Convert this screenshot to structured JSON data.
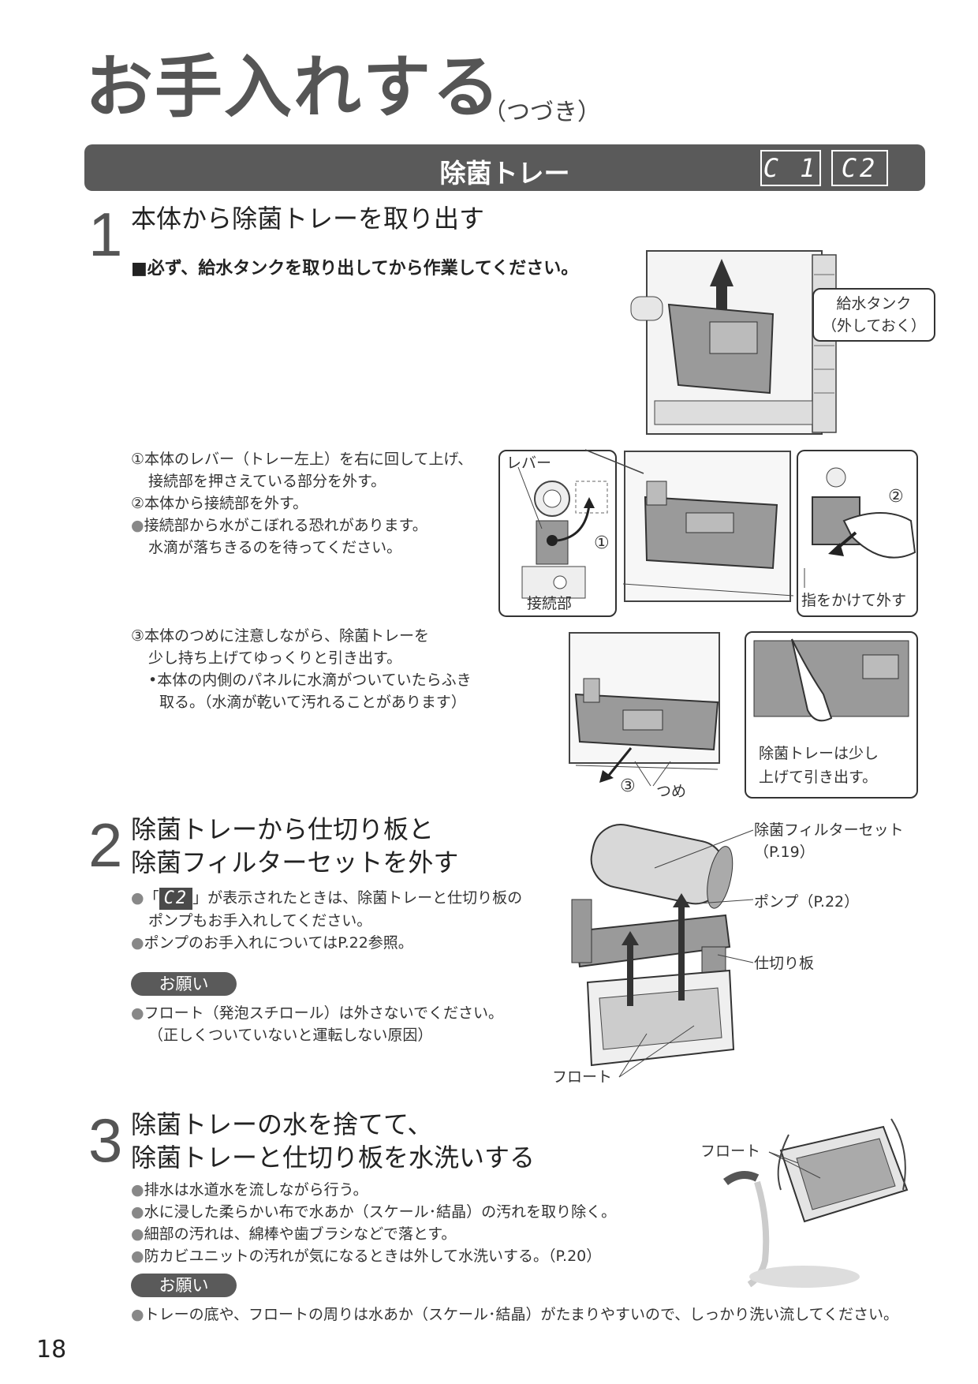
{
  "title": {
    "main": "お手入れする",
    "sub": "（つづき）"
  },
  "section": {
    "title": "除菌トレー",
    "codes": [
      "C 1",
      "C2"
    ]
  },
  "step1": {
    "num": "1",
    "heading": "本体から除菌トレーを取り出す",
    "note": "■必ず、給水タンクを取り出してから作業してください。",
    "tank_label_1": "給水タンク",
    "tank_label_2": "（外しておく）",
    "instr_a_1": "①本体のレバー（トレー左上）を右に回して上げ、",
    "instr_a_2": "接続部を押さえている部分を外す。",
    "instr_b": "②本体から接続部を外す。",
    "instr_c_1": "接続部から水がこぼれる恐れがあります。",
    "instr_c_2": "水滴が落ちきるのを待ってください。",
    "lever_label": "レバー",
    "connector_label": "接続部",
    "circle_1": "①",
    "circle_2": "②",
    "finger_label": "指をかけて外す",
    "instr_d_1": "③本体のつめに注意しながら、除菌トレーを",
    "instr_d_2": "少し持ち上げてゆっくりと引き出す。",
    "instr_e_1": "•本体の内側のパネルに水滴がついていたらふき",
    "instr_e_2": "取る。（水滴が乾いて汚れることがあります）",
    "circle_3": "③",
    "claw_label": "つめ",
    "pull_label_1": "除菌トレーは少し",
    "pull_label_2": "上げて引き出す。"
  },
  "step2": {
    "num": "2",
    "heading_1": "除菌トレーから仕切り板と",
    "heading_2": "除菌フィルターセットを外す",
    "b1_pre": "「",
    "b1_code": "C2",
    "b1_post": "」が表示されたときは、除菌トレーと仕切り板の",
    "b1_2": "ポンプもお手入れしてください。",
    "b2": "ポンプのお手入れについてはP.22参照。",
    "onegai": "お願い",
    "r1_1": "フロート（発泡スチロール）は外さないでください。",
    "r1_2": "（正しくついていないと運転しない原因）",
    "filter_label_1": "除菌フィルターセット",
    "filter_label_2": "（P.19）",
    "pump_label": "ポンプ（P.22）",
    "partition_label": "仕切り板",
    "float_label": "フロート"
  },
  "step3": {
    "num": "3",
    "heading_1": "除菌トレーの水を捨てて、",
    "heading_2": "除菌トレーと仕切り板を水洗いする",
    "b1": "排水は水道水を流しながら行う。",
    "b2": "水に浸した柔らかい布で水あか（スケール･結晶）の汚れを取り除く。",
    "b3": "細部の汚れは、綿棒や歯ブラシなどで落とす。",
    "b4": "防カビユニットの汚れが気になるときは外して水洗いする。（P.20）",
    "onegai": "お願い",
    "r1": "トレーの底や、フロートの周りは水あか（スケール･結晶）がたまりやすいので、しっかり洗い流してください。",
    "float_label": "フロート"
  },
  "page_number": "18",
  "bullet": "●"
}
